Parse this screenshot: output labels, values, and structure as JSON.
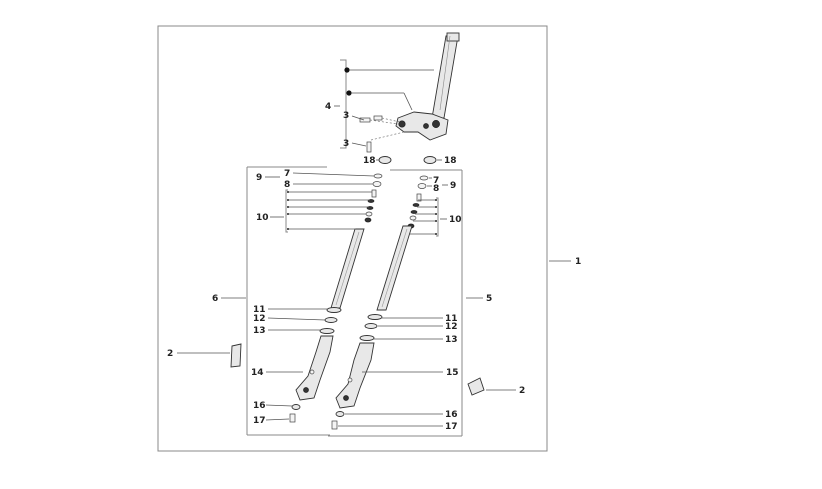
{
  "callouts": {
    "c1": "1",
    "c2_left": "2",
    "c2_right": "2",
    "c3_top": "3",
    "c3_bottom": "3",
    "c4": "4",
    "c5": "5",
    "c6": "6",
    "c7_left": "7",
    "c7_right": "7",
    "c8_left": "8",
    "c8_right": "8",
    "c9_left": "9",
    "c9_right": "9",
    "c10_left": "10",
    "c10_right": "10",
    "c11_left": "11",
    "c11_right": "11",
    "c12_left": "12",
    "c12_right": "12",
    "c13_left": "13",
    "c13_right": "13",
    "c14": "14",
    "c15": "15",
    "c16_left": "16",
    "c16_right": "16",
    "c17_left": "17",
    "c17_right": "17",
    "c18_left": "18",
    "c18_right": "18"
  }
}
